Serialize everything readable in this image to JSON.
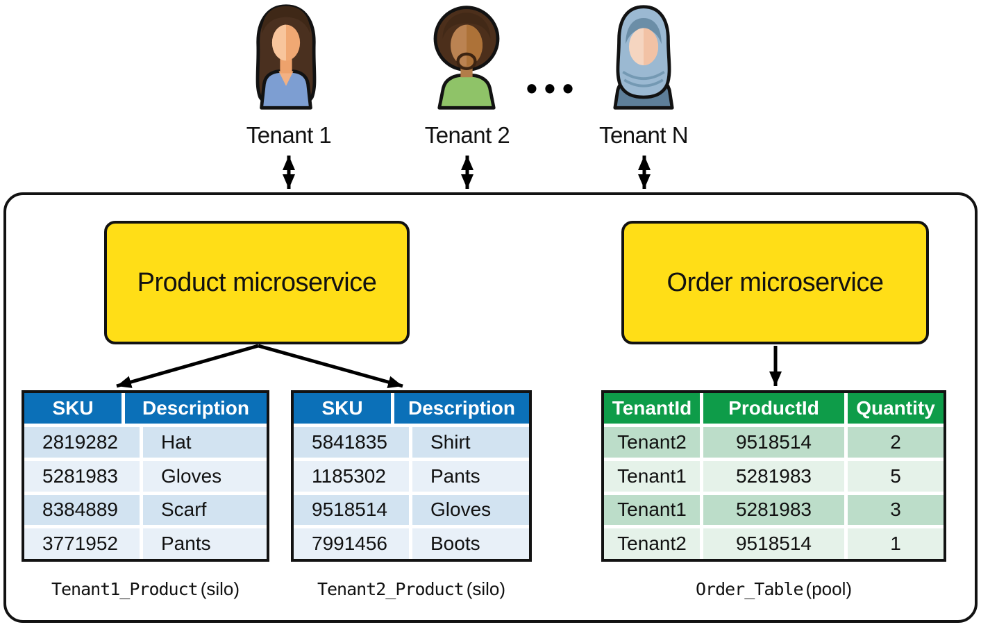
{
  "tenants": {
    "t1": "Tenant 1",
    "t2": "Tenant 2",
    "tn": "Tenant N",
    "ellipsis": "•••"
  },
  "services": {
    "product": "Product microservice",
    "order": "Order microservice"
  },
  "tables": {
    "tenant1_product": {
      "headers": [
        "SKU",
        "Description"
      ],
      "rows": [
        [
          "2819282",
          "Hat"
        ],
        [
          "5281983",
          "Gloves"
        ],
        [
          "8384889",
          "Scarf"
        ],
        [
          "3771952",
          "Pants"
        ]
      ],
      "caption_name": "Tenant1_Product",
      "caption_mode": "(silo)"
    },
    "tenant2_product": {
      "headers": [
        "SKU",
        "Description"
      ],
      "rows": [
        [
          "5841835",
          "Shirt"
        ],
        [
          "1185302",
          "Pants"
        ],
        [
          "9518514",
          "Gloves"
        ],
        [
          "7991456",
          "Boots"
        ]
      ],
      "caption_name": "Tenant2_Product",
      "caption_mode": "(silo)"
    },
    "order_table": {
      "headers": [
        "TenantId",
        "ProductId",
        "Quantity"
      ],
      "rows": [
        [
          "Tenant2",
          "9518514",
          "2"
        ],
        [
          "Tenant1",
          "5281983",
          "5"
        ],
        [
          "Tenant1",
          "5281983",
          "3"
        ],
        [
          "Tenant2",
          "9518514",
          "1"
        ]
      ],
      "caption_name": "Order_Table",
      "caption_mode": "(pool)"
    }
  },
  "colors": {
    "service_fill": "#FFDE17",
    "blue_header": "#0B70B8",
    "blue_row_dark": "#D2E3F1",
    "blue_row_light": "#E8F0F8",
    "green_header": "#0E9C49",
    "green_row_dark": "#BCDDC9",
    "green_row_light": "#E5F2E9",
    "outline": "#121212"
  }
}
